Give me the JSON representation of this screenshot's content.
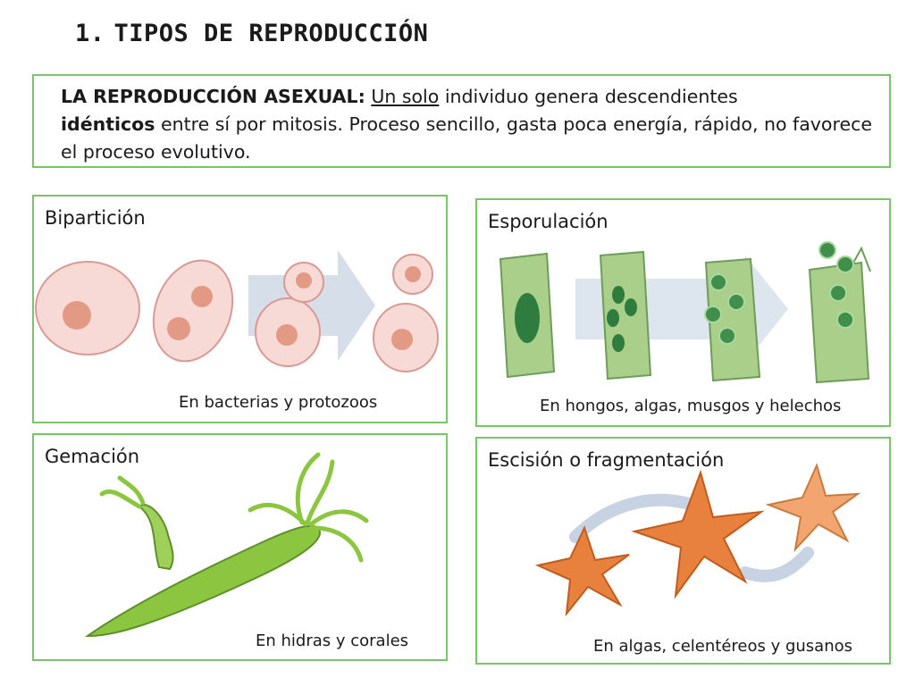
{
  "heading": {
    "number": "1.",
    "text": "TIPOS DE REPRODUCCIÓN"
  },
  "intro": {
    "lead": "LA REPRODUCCIÓN ASEXUAL:",
    "underlined": "Un solo",
    "text1": " individuo genera descendientes",
    "bold": "idénticos",
    "text2": " entre sí  por mitosis. Proceso sencillo, gasta poca energía, rápido, no favorece el proceso evolutivo."
  },
  "panels": [
    {
      "title": "Bipartición",
      "caption": "En bacterias y protozoos"
    },
    {
      "title": "Esporulación",
      "caption": "En hongos, algas, musgos y helechos"
    },
    {
      "title": "Gemación",
      "caption": "En hidras y corales"
    },
    {
      "title": "Escisión o fragmentación",
      "caption": "En algas, celentéreos y gusanos"
    }
  ],
  "colors": {
    "border": "#7cc46b",
    "cell_fill": "#f7d9d6",
    "nucleus": "#e39a85",
    "plant_cell": "#a9cf8a",
    "spore": "#3f8f4a",
    "hydra": "#8cc640",
    "starfish": "#e8813d",
    "arrow": "#c7d3e2"
  }
}
